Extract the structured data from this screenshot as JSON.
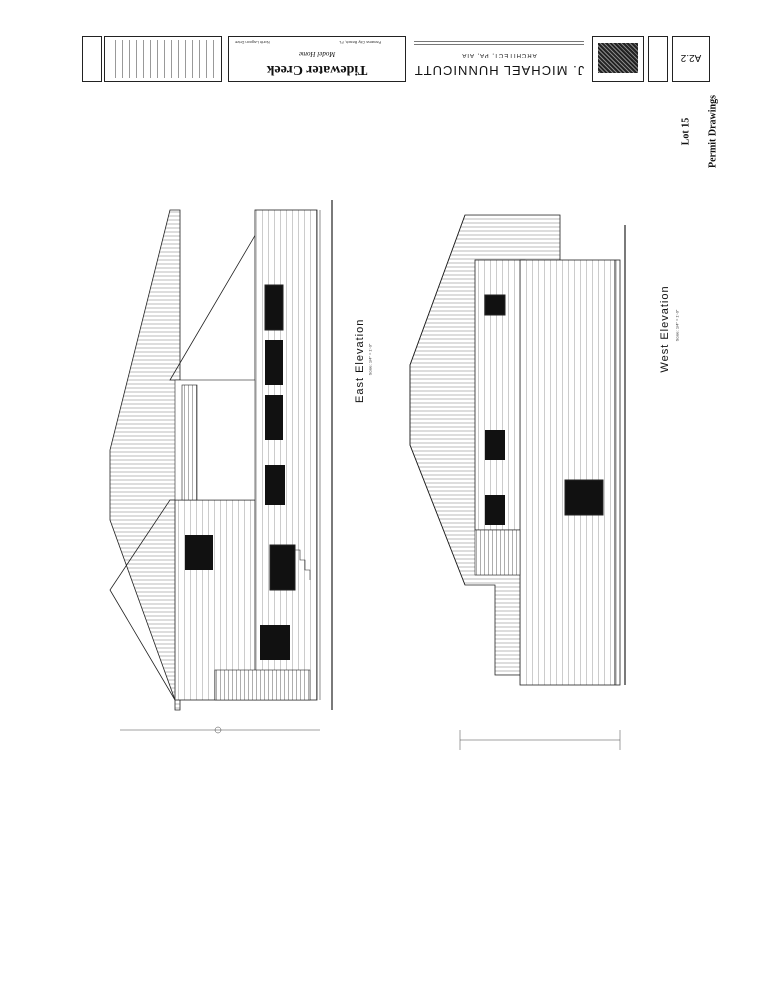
{
  "project": {
    "name": "Tidewater Creek",
    "subtitle": "Model Home",
    "address_left": "Panama City Beach, FL",
    "address_right": "North Lagoon Drive"
  },
  "architect": {
    "name": "J. MICHAEL HUNNICUTT",
    "credentials": "ARCHITECT, PA, AIA"
  },
  "sheet": {
    "number": "A2.2",
    "lot": "Lot 15",
    "drawing_set": "Permit Drawings"
  },
  "views": [
    {
      "title": "East Elevation",
      "scale": "Scale: 1/4\" = 1'-0\""
    },
    {
      "title": "West Elevation",
      "scale": "Scale: 1/4\" = 1'-0\""
    }
  ],
  "colors": {
    "ink": "#1a1a1a",
    "paper": "#ffffff",
    "hatch": "#555555"
  }
}
